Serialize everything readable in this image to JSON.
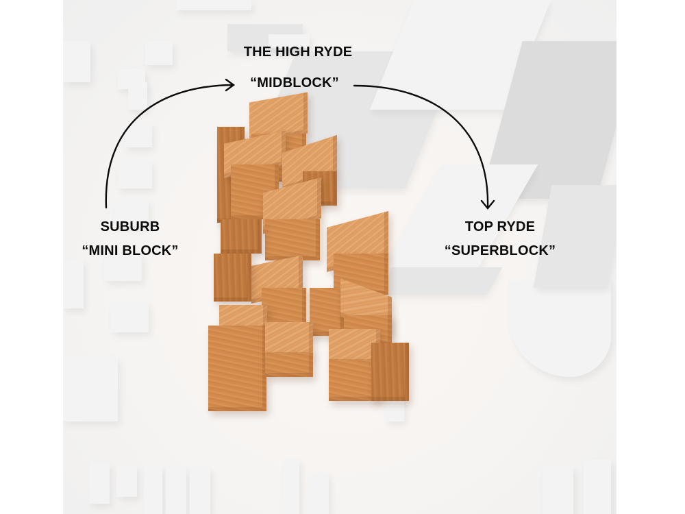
{
  "diagram": {
    "type": "architectural massing comparison",
    "labels": {
      "center": {
        "line1": "THE HIGH RYDE",
        "line2": "“MIDBLOCK”"
      },
      "left": {
        "line1": "SUBURB",
        "line2": "“MINI BLOCK”"
      },
      "right": {
        "line1": "TOP RYDE",
        "line2": "“SUPERBLOCK”"
      }
    },
    "arrows": [
      {
        "from": "left",
        "to": "center",
        "label": "suburb-to-midblock"
      },
      {
        "from": "center",
        "to": "right",
        "label": "midblock-to-superblock"
      }
    ],
    "colors": {
      "text": "#0b0b0b",
      "arrow": "#0b0b0b",
      "wood": "#d38b4e",
      "context_model": "#f3f3f3",
      "page_background": "#ffffff"
    }
  }
}
